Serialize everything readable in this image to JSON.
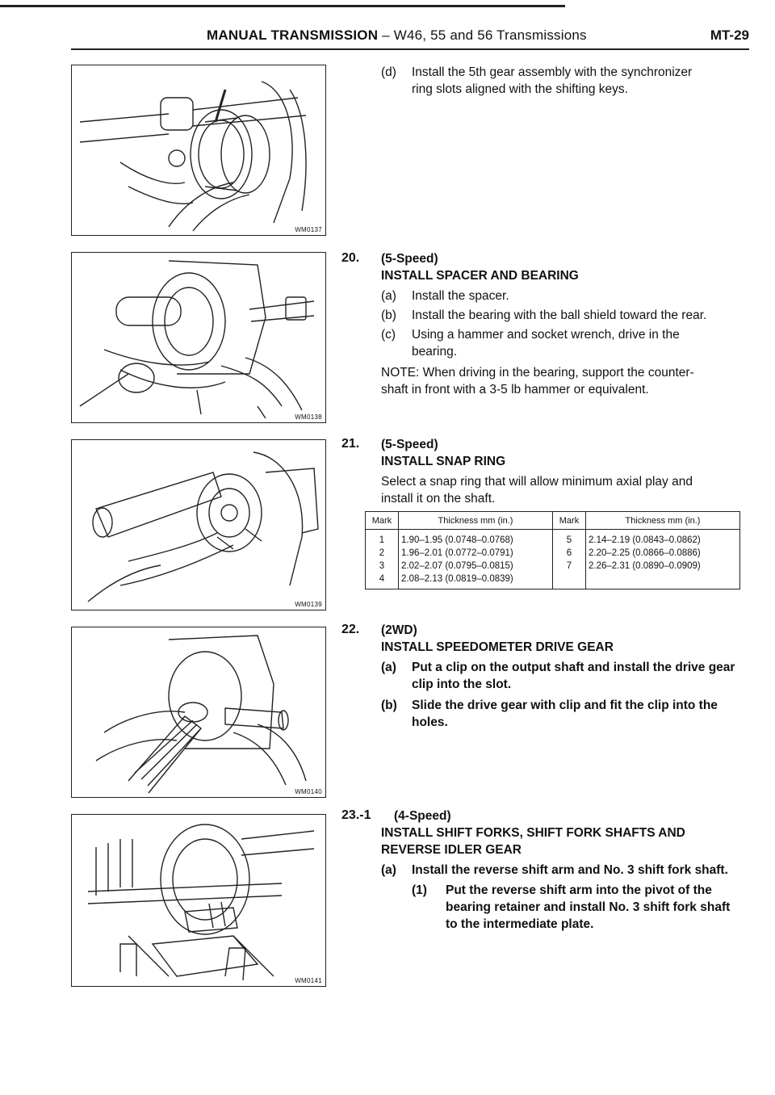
{
  "header": {
    "title_bold": "MANUAL TRANSMISSION",
    "title_rest": " – W46, 55 and 56 Transmissions",
    "page_number": "MT-29"
  },
  "figures": [
    "WM0137",
    "WM0138",
    "WM0139",
    "WM0140",
    "WM0141"
  ],
  "step_d": {
    "label": "(d)",
    "line1": "Install the 5th gear assembly with the synchronizer",
    "line2": "ring slots aligned with the shifting keys."
  },
  "step20": {
    "number": "20.",
    "qualifier": "(5-Speed)",
    "title": "INSTALL SPACER AND BEARING",
    "a_label": "(a)",
    "a_text": "Install the spacer.",
    "b_label": "(b)",
    "b_text": "Install the bearing with the ball shield toward the rear.",
    "c_label": "(c)",
    "c_line1": "Using a hammer and socket wrench, drive in the",
    "c_line2": "bearing.",
    "note_line1": "NOTE:  When driving in the bearing, support the counter-",
    "note_line2": "shaft in front with a 3-5 lb hammer or equivalent."
  },
  "step21": {
    "number": "21.",
    "qualifier": "(5-Speed)",
    "title": "INSTALL SNAP RING",
    "line1": "Select a snap ring that will allow minimum axial play and",
    "line2": "install it on the shaft."
  },
  "snap_table": {
    "headers": [
      "Mark",
      "Thickness  mm (in.)",
      "Mark",
      "Thickness  mm (in.)"
    ],
    "left_marks": [
      "1",
      "2",
      "3",
      "4"
    ],
    "left_values": [
      "1.90–1.95 (0.0748–0.0768)",
      "1.96–2.01 (0.0772–0.0791)",
      "2.02–2.07 (0.0795–0.0815)",
      "2.08–2.13 (0.0819–0.0839)"
    ],
    "right_marks": [
      "5",
      "6",
      "7"
    ],
    "right_values": [
      "2.14–2.19 (0.0843–0.0862)",
      "2.20–2.25 (0.0866–0.0886)",
      "2.26–2.31 (0.0890–0.0909)"
    ]
  },
  "step22": {
    "number": "22.",
    "qualifier": "(2WD)",
    "title": "INSTALL SPEEDOMETER DRIVE GEAR",
    "a_label": "(a)",
    "a_line1": "Put a clip on the output shaft and install the drive gear",
    "a_line2": "clip into the slot.",
    "b_label": "(b)",
    "b_line1": "Slide the drive gear with clip and fit the clip into the",
    "b_line2": "holes."
  },
  "step23": {
    "number": "23.-1",
    "qualifier": "(4-Speed)",
    "title_line1": "INSTALL SHIFT FORKS, SHIFT FORK SHAFTS AND",
    "title_line2": "REVERSE IDLER GEAR",
    "a_label": "(a)",
    "a_text": "Install the reverse shift arm and No. 3 shift fork shaft.",
    "one_label": "(1)",
    "one_line1": "Put the reverse shift arm into the pivot of the",
    "one_line2": "bearing retainer and install No. 3 shift fork shaft",
    "one_line3": "to the intermediate plate."
  }
}
